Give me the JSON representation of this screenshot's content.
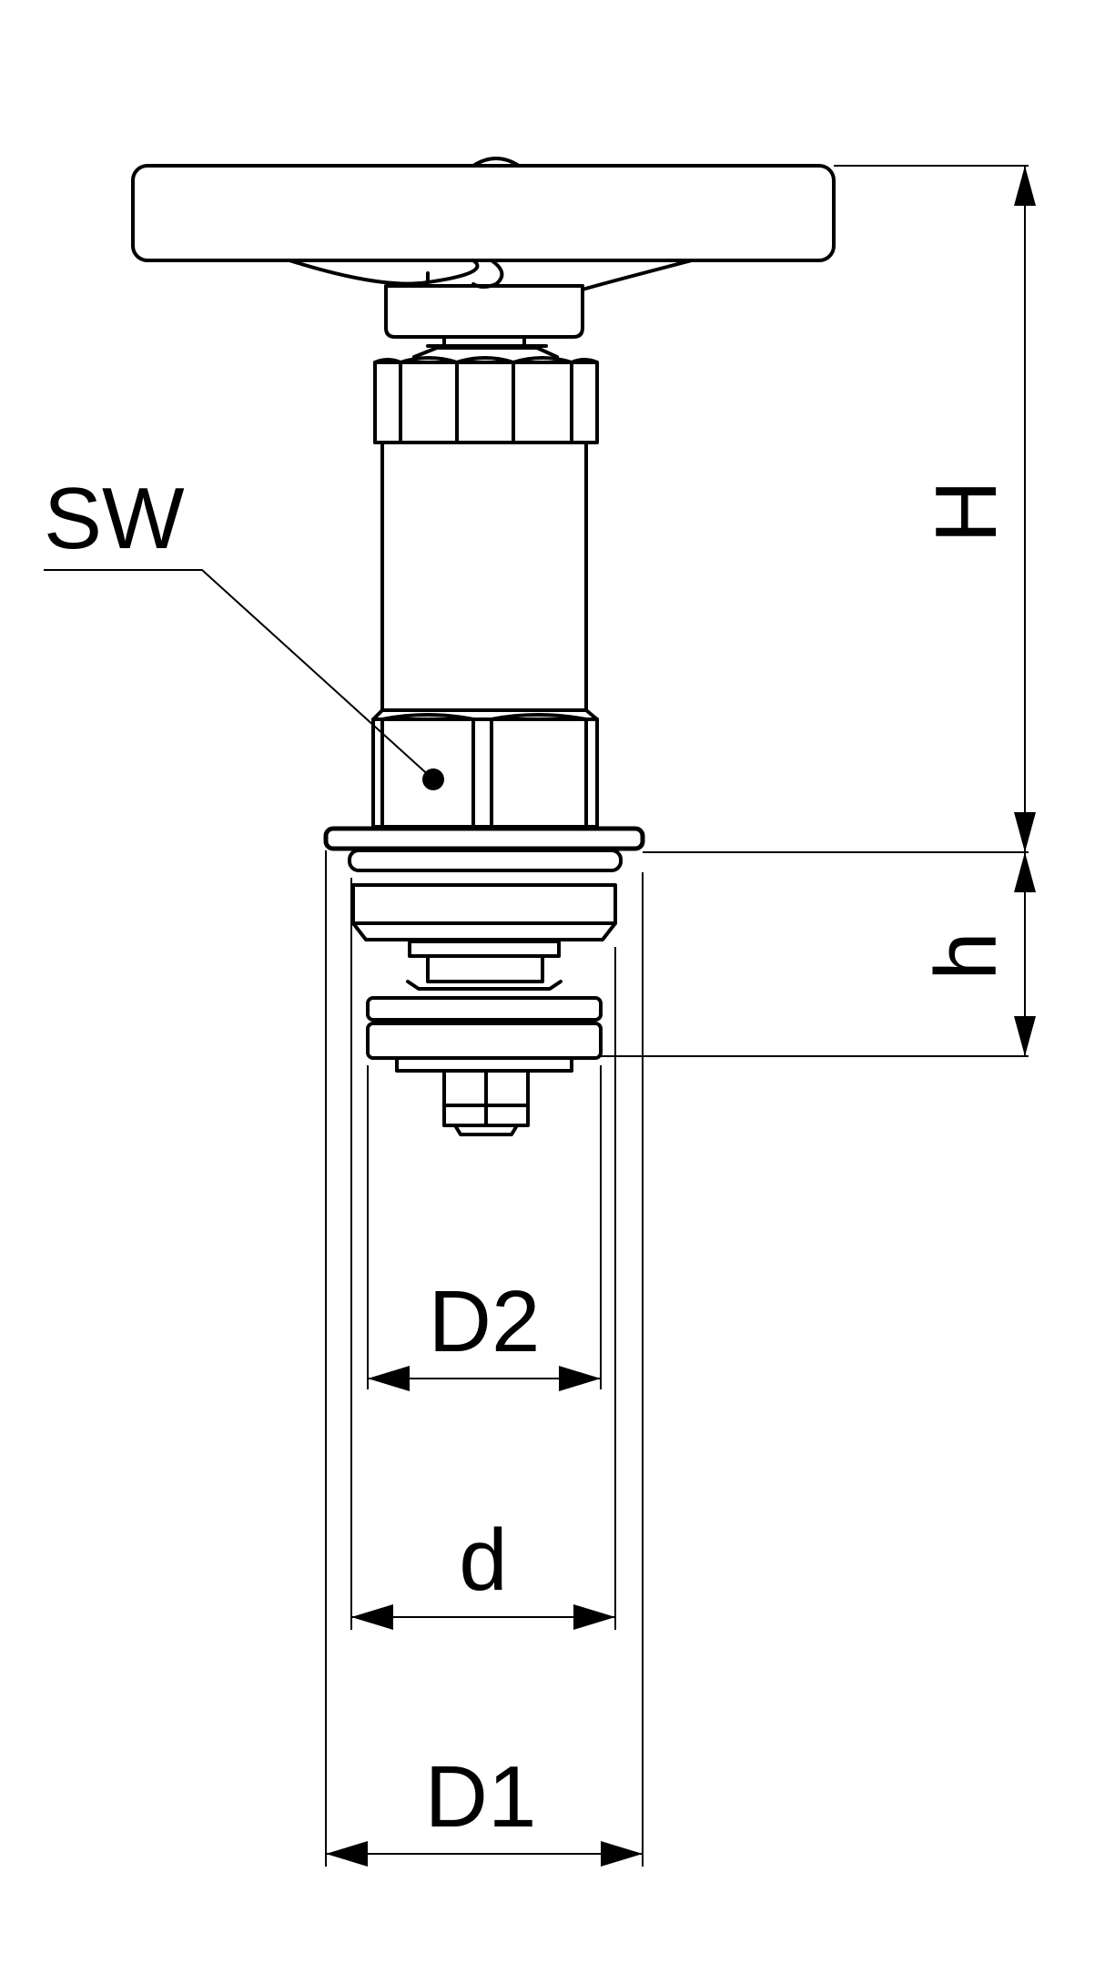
{
  "labels": {
    "sw": "SW",
    "H": "H",
    "h": "h",
    "D2": "D2",
    "d": "d",
    "D1": "D1"
  }
}
